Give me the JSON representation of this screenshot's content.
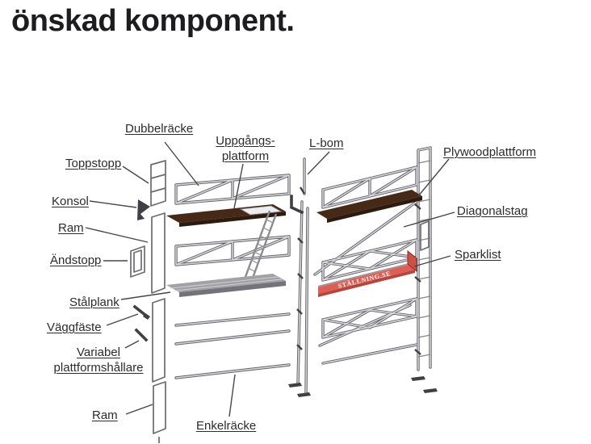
{
  "page": {
    "title": "önskad komponent."
  },
  "diagram": {
    "brand": "STÄLLNING.SE",
    "labels": {
      "dubbelracke": "Dubbelräcke",
      "uppgangs_line1": "Uppgångs-",
      "uppgangs_line2": "plattform",
      "lbom": "L-bom",
      "plywoodplattform": "Plywoodplattform",
      "toppstopp": "Toppstopp",
      "konsol": "Konsol",
      "diagonalstag": "Diagonalstag",
      "ram_upper": "Ram",
      "andstopp": "Ändstopp",
      "sparklist": "Sparklist",
      "stalplank": "Stålplank",
      "vaggfaste": "Väggfäste",
      "variabel_line1": "Variabel",
      "variabel_line2": "plattformshållare",
      "ram_lower": "Ram",
      "enkelracke": "Enkelräcke"
    },
    "colors": {
      "platform_brown": "#462916",
      "sparklist_red": "#de5e54",
      "metal_gray": "#63636a",
      "label_text": "#2b2b2b",
      "title_text": "#1d1d1f"
    }
  }
}
